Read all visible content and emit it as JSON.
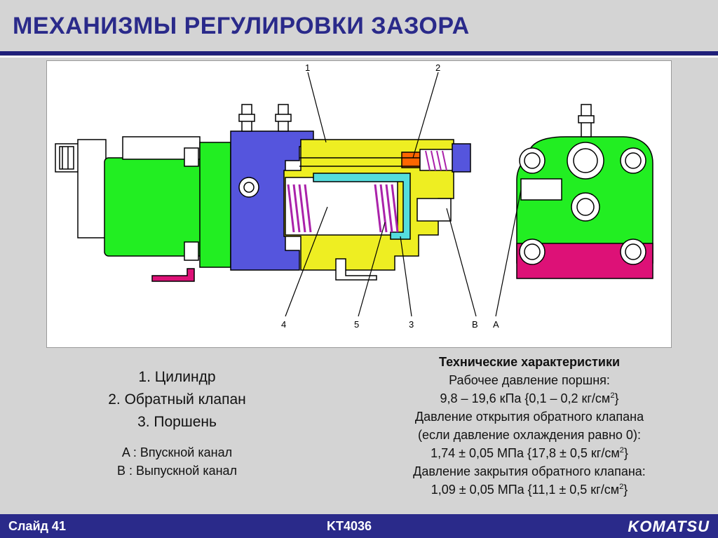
{
  "slide": {
    "title": "МЕХАНИЗМЫ РЕГУЛИРОВКИ ЗАЗОРА",
    "footer_left": "Слайд 41",
    "footer_center": "KT4036",
    "brand": "KOMATSU"
  },
  "diagram": {
    "callouts": [
      "1",
      "2",
      "4",
      "5",
      "3",
      "B",
      "A"
    ],
    "colors": {
      "green": "#22ee22",
      "blue": "#5555dd",
      "yellow": "#eeee22",
      "orange": "#ff6600",
      "magenta": "#dd1177",
      "cyan": "#55dddd",
      "spring": "#aa22aa"
    }
  },
  "legend": {
    "items": [
      "1. Цилиндр",
      "2. Обратный клапан",
      "3. Поршень"
    ],
    "ports": [
      "A : Впускной канал",
      "B : Выпускной канал"
    ]
  },
  "specs": {
    "heading": "Технические характеристики",
    "line1": "Рабочее давление поршня:",
    "line2a": "9,8 – 19,6 кПа {0,1 – 0,2 кг/см",
    "line2b": "}",
    "line3": "Давление открытия обратного клапана",
    "line4": "(если давление охлаждения равно 0):",
    "line5a": "1,74 ± 0,05 МПа {17,8 ± 0,5 кг/см",
    "line5b": "}",
    "line6": "Давление закрытия обратного клапана:",
    "line7a": "1,09 ± 0,05 МПа {11,1 ± 0,5 кг/см",
    "line7b": "}",
    "sup": "2"
  }
}
